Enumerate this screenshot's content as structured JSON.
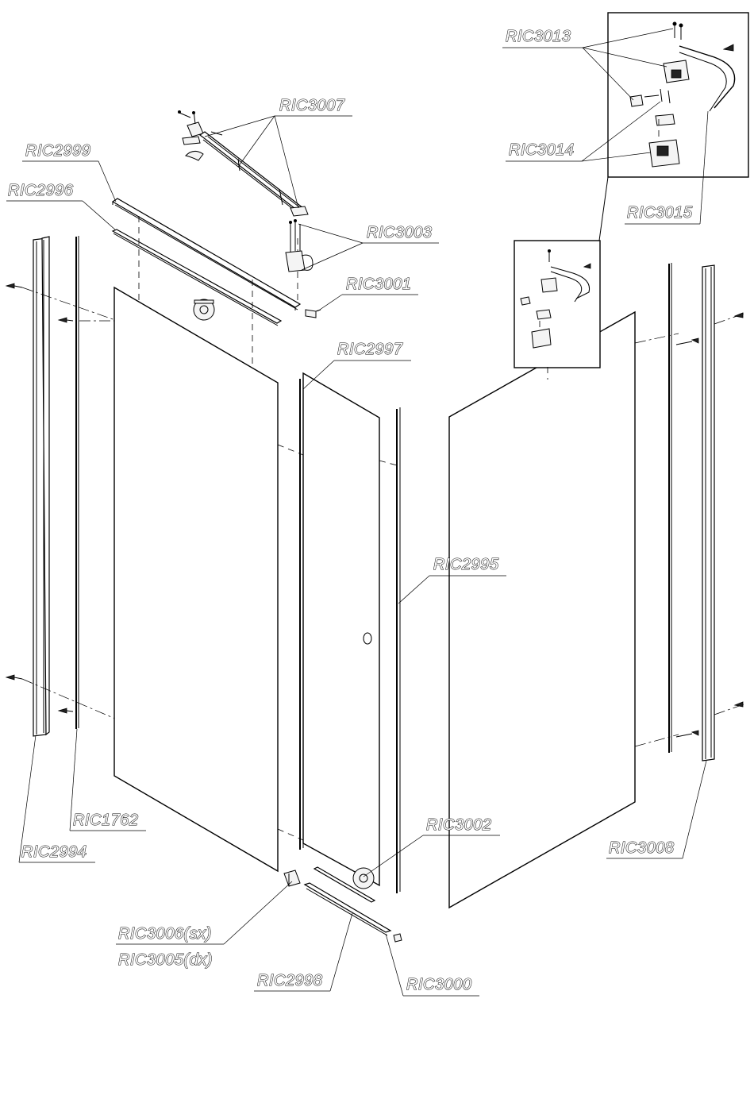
{
  "labels": {
    "ric3013": "RIC3013",
    "ric3014": "RIC3014",
    "ric3015": "RIC3015",
    "ric3007": "RIC3007",
    "ric2999": "RIC2999",
    "ric2996": "RIC2996",
    "ric3003": "RIC3003",
    "ric3001": "RIC3001",
    "ric2997": "RIC2997",
    "ric2995": "RIC2995",
    "ric1762": "RIC1762",
    "ric2994": "RIC2994",
    "ric3002": "RIC3002",
    "ric3008": "RIC3008",
    "ric3006": "RIC3006(sx)",
    "ric3005": "RIC3005(dx)",
    "ric2998": "RIC2998",
    "ric3000": "RIC3000"
  },
  "colors": {
    "line": "#000000",
    "background": "#ffffff",
    "label_fill": "#ffffff",
    "label_outline": "#111111"
  }
}
